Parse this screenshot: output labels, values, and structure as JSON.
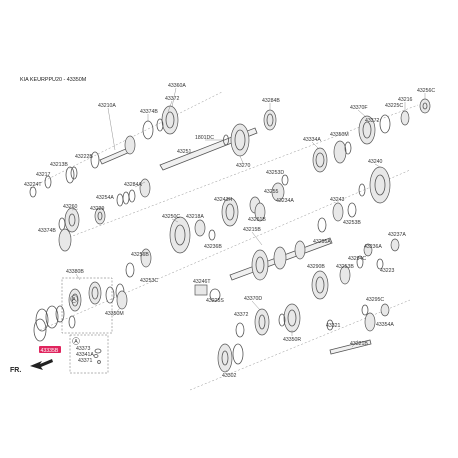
{
  "header": {
    "title": "KIA KEURPPU20 - 43350M"
  },
  "direction_label": "FR.",
  "highlight": {
    "part_no": "43335B",
    "color": "#e0245e"
  },
  "labels": {
    "l43360A": "43360A",
    "l43372a": "43372",
    "l43374B": "43374B",
    "l43210A": "43210A",
    "l43284B": "43284B",
    "l43370F": "43370F",
    "l43256C": "43256C",
    "l43216": "43216",
    "l43372b": "43372",
    "l43225C": "43225C",
    "l1801DC": "1801DC",
    "l43251": "43251",
    "l43334A": "43334A",
    "l43350M": "43350M",
    "l43222B": "43222B",
    "l43213B": "43213B",
    "l43217": "43217",
    "l43224T": "43224T",
    "l43270": "43270",
    "l43253D": "43253D",
    "l43240": "43240",
    "l43254A": "43254A",
    "l43284A": "43284A",
    "l43255": "43255",
    "l43234A": "43234A",
    "l43243H": "43243H",
    "l43260": "43260",
    "l43229": "43229",
    "l43250C": "43250C",
    "l43218A": "43218A",
    "l43261B": "43261B",
    "l43243": "43243",
    "l43253B": "43253B",
    "l43374B2": "43374B",
    "l43236A": "43236A",
    "l43215B": "43215B",
    "l43295A": "43295A",
    "l43237A": "43237A",
    "l43256B": "43256B",
    "l43236B": "43236B",
    "l43290B": "43290B",
    "l43253C": "43253C",
    "l43294C": "43294C",
    "l43223": "43223",
    "l43380B": "43380B",
    "l43246T": "43246T",
    "l43253B2": "43253B",
    "l43370D": "43370D",
    "l43225S": "43225S",
    "l43295C": "43295C",
    "l43350M2": "43350M",
    "l43372c": "43372",
    "l43321": "43321",
    "l43354A": "43354A",
    "l43373": "43373",
    "l43341A": "43341A",
    "l43371": "43371",
    "l43350R": "43350R",
    "l43321B": "43321B",
    "l43302": "43302",
    "boxA": "A",
    "boxA2": "A"
  }
}
